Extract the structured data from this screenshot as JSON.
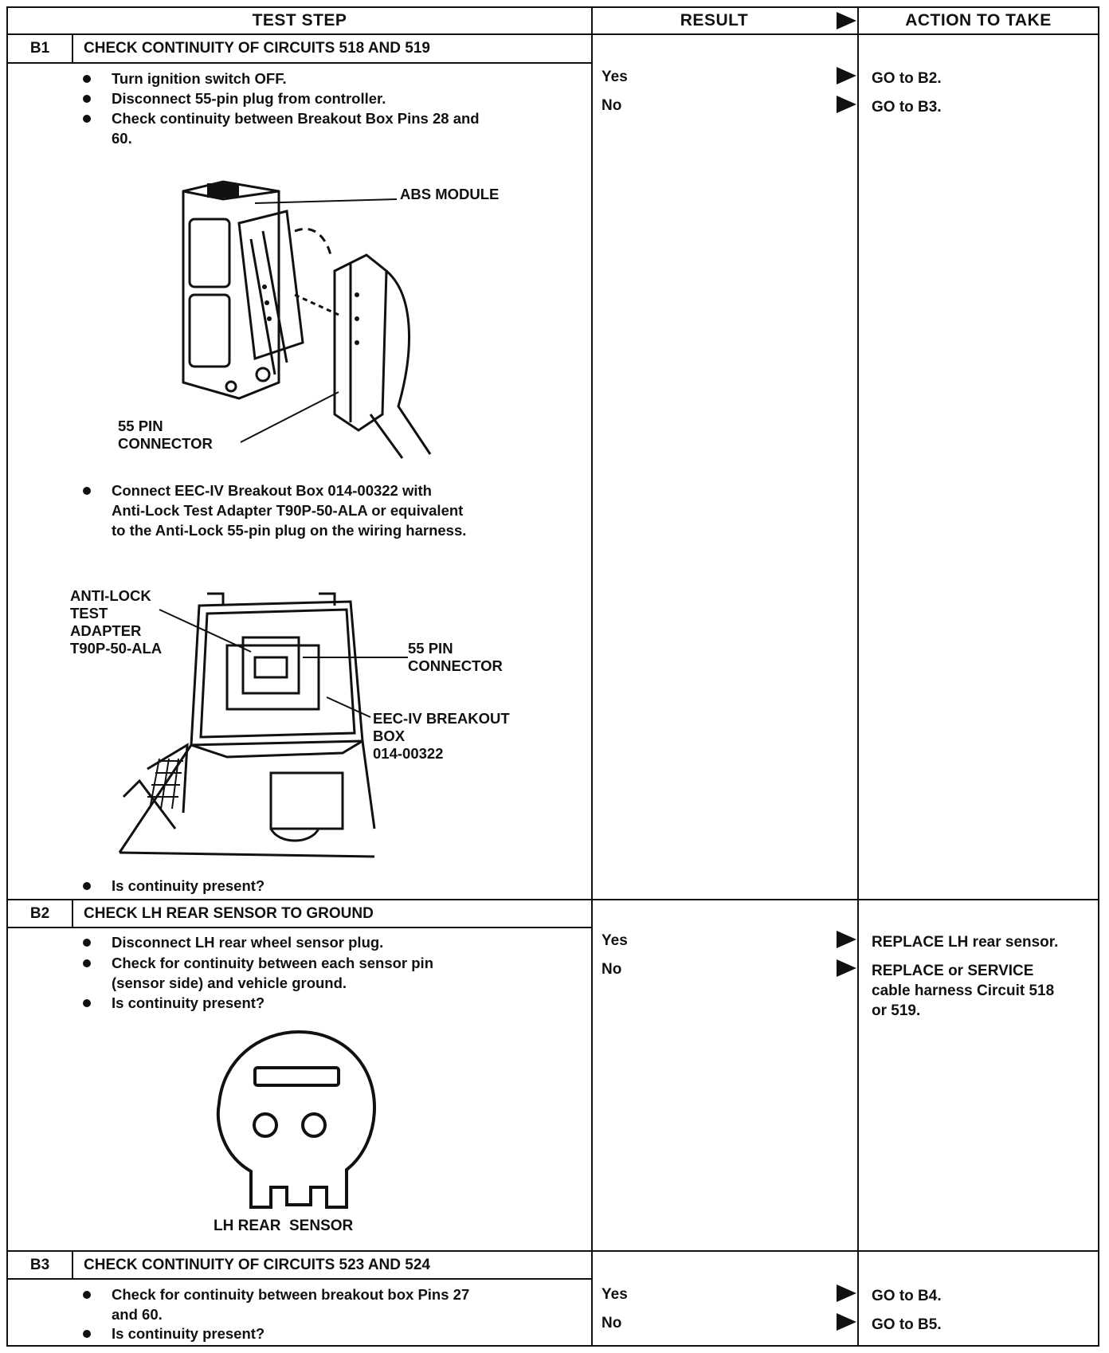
{
  "header": {
    "test_step": "TEST STEP",
    "result": "RESULT",
    "action": "ACTION TO TAKE"
  },
  "steps": [
    {
      "id": "B1",
      "title": "CHECK CONTINUITY OF CIRCUITS 518 AND 519",
      "bullets": [
        "Turn ignition switch OFF.",
        "Disconnect 55-pin plug from controller.",
        "Check continuity between Breakout Box Pins 28 and\n60.",
        "Connect EEC-IV Breakout Box 014-00322 with\nAnti-Lock Test Adapter T90P-50-ALA or equivalent\nto the Anti-Lock 55-pin plug on the wiring harness.",
        "Is continuity present?"
      ],
      "figure1_labels": {
        "abs_module": "ABS MODULE",
        "connector": "55 PIN\nCONNECTOR"
      },
      "figure2_labels": {
        "adapter": "ANTI-LOCK\nTEST\nADAPTER\nT90P-50-ALA",
        "connector": "55 PIN\nCONNECTOR",
        "breakout": "EEC-IV BREAKOUT\nBOX\n014-00322"
      },
      "results": [
        {
          "result": "Yes",
          "action": "GO to B2."
        },
        {
          "result": "No",
          "action": "GO to B3."
        }
      ]
    },
    {
      "id": "B2",
      "title": "CHECK LH REAR SENSOR TO GROUND",
      "bullets": [
        "Disconnect LH rear wheel sensor plug.",
        "Check for continuity between each sensor pin\n(sensor side) and vehicle ground.",
        "Is continuity present?"
      ],
      "figure_label": "LH REAR  SENSOR",
      "results": [
        {
          "result": "Yes",
          "action": "REPLACE LH rear sensor."
        },
        {
          "result": "No",
          "action": "REPLACE or SERVICE\ncable harness Circuit 518\nor 519."
        }
      ]
    },
    {
      "id": "B3",
      "title": "CHECK CONTINUITY OF CIRCUITS 523 AND 524",
      "bullets": [
        "Check for continuity between breakout box Pins 27\nand 60.",
        "Is continuity present?"
      ],
      "results": [
        {
          "result": "Yes",
          "action": "GO to B4."
        },
        {
          "result": "No",
          "action": "GO to B5."
        }
      ]
    }
  ]
}
